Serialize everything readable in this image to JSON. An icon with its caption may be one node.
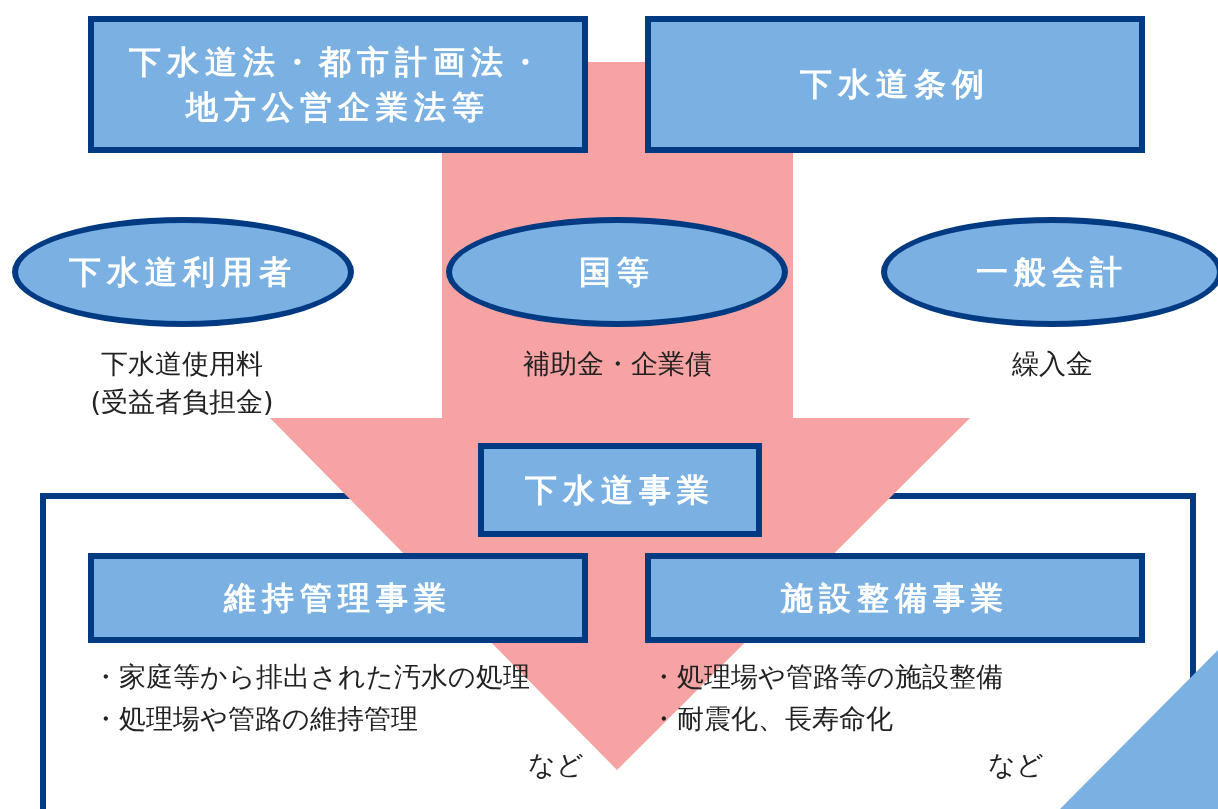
{
  "diagram": {
    "nodes": [
      {
        "text": [
          "下水道法・都市計画法・地方公営企業法等"
        ]
      },
      {
        "text": [
          "下水道条例"
        ]
      },
      {
        "text": [
          "下水道利用者"
        ],
        "beside": [
          "下水道使用料 (受益者負担金)"
        ]
      },
      {
        "text": [
          "国等"
        ],
        "beside": [
          "補助金・企業債"
        ]
      },
      {
        "text": [
          "一般会計"
        ],
        "beside": [
          "繰入金"
        ]
      },
      {
        "text": [
          "下水道事業"
        ]
      },
      {
        "text": [
          "維持管理事業"
        ],
        "in": 5,
        "beside": [
          "・家庭等から排出された汚水の処理",
          "・処理場や管路の維持管理",
          "など"
        ]
      },
      {
        "text": [
          "施設整備事業"
        ],
        "in": 5,
        "beside": [
          "・処理場や管路等の施設整備",
          "・耐震化、長寿命化",
          "など"
        ]
      }
    ]
  }
}
